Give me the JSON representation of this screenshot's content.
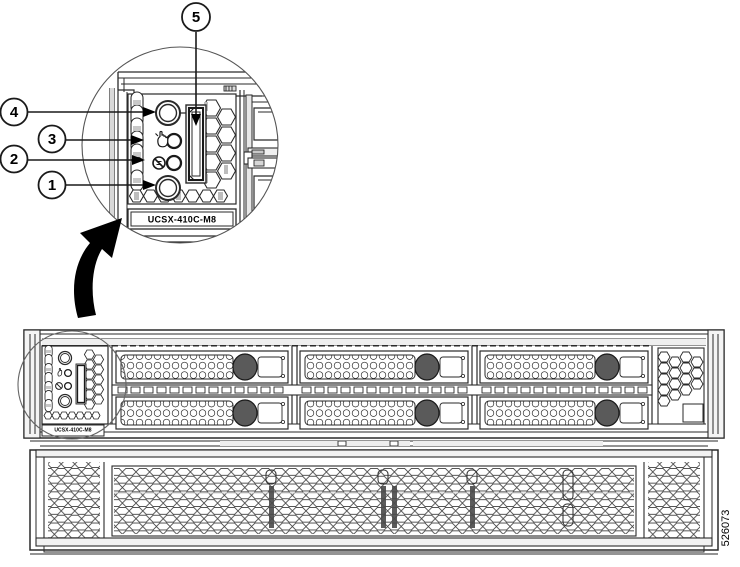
{
  "figure": {
    "title": "Cisco UCS X410c M8 Compute Node Front Panel",
    "doc_id": "526073",
    "product_label": "UCSX-410C-M8",
    "product_label_chassis": "UCSX-410C-M8"
  },
  "callouts": [
    {
      "id": "1",
      "number": "1",
      "name": "power-button-callout",
      "target": "Power button / Power status LED"
    },
    {
      "id": "2",
      "number": "2",
      "name": "system-health-led-callout",
      "target": "System health LED"
    },
    {
      "id": "3",
      "number": "3",
      "name": "locator-led-callout",
      "target": "Locator LED / button"
    },
    {
      "id": "4",
      "number": "4",
      "name": "reset-button-callout",
      "target": "Reset button"
    },
    {
      "id": "5",
      "number": "5",
      "name": "console-connector-callout",
      "target": "Front console / KVM connector"
    }
  ],
  "detail_view": {
    "name": "magnified-front-panel-detail",
    "description": "Magnified circular detail of the compute node front panel"
  },
  "chassis": {
    "name": "compute-node-chassis",
    "drive_bay_rows": 2,
    "drive_bay_columns": 3,
    "drive_bays": [
      {
        "position": "row1-col1"
      },
      {
        "position": "row1-col2"
      },
      {
        "position": "row1-col3"
      },
      {
        "position": "row2-col1"
      },
      {
        "position": "row2-col2"
      },
      {
        "position": "row2-col3"
      }
    ]
  },
  "bottom_panel": {
    "name": "perforated-airflow-panel",
    "description": "Honeycomb perforated front cover panel"
  }
}
